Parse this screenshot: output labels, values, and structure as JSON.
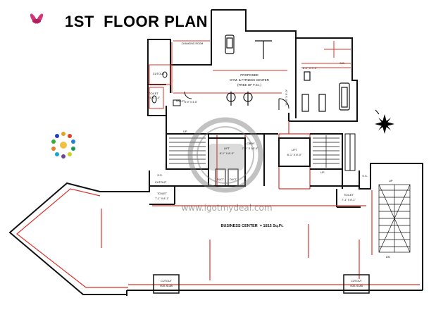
{
  "title": "1ST  FLOOR PLAN",
  "watermark": "www.igotmydeal.com",
  "rooms": {
    "gym": [
      "PROPOSED",
      "GYM. & FITNESS CENTER",
      "(FREE OF F.S.I.)"
    ],
    "changing_room": "CHANGING ROOM",
    "cutout_top": "CUTOUT",
    "toilet_top": [
      "TOILET",
      "5'-6\" X 7'-0\""
    ],
    "toilet_small": "TOILET",
    "dim_mid": "5'-9\" X 3'-6\"",
    "dim_right": "8'-2\" X 9'-0\"",
    "ss_right": "S.S.",
    "lobby": [
      "LOBBY",
      "7'-0\" X 16'-0\""
    ],
    "lift_left": [
      "LIFT",
      "8'-1\" X 8'-0\""
    ],
    "lift_right": [
      "LIFT",
      "8'-1\" X 8'-0\""
    ],
    "duct_left": "DUCT",
    "duct_right": "DUCT",
    "ss_left": "S.S.",
    "cutout_left": "CUTOUT",
    "toilet_left": [
      "TOILET",
      "7'-1\" X 8'-1\""
    ],
    "toilet_right": [
      "TOILET",
      "7'-1\" X 8'-1\""
    ],
    "ss_far_right": "S.S.",
    "business_center": "BUSINESS CENTER  = 1815 Sq.Ft.",
    "cutout_bottom_left": [
      "CUTOUT",
      "SOIL SLAB"
    ],
    "cutout_bottom_right": [
      "CUTOUT",
      "SOIL SLAB"
    ],
    "up_labels": [
      "UP",
      "UP",
      "UP",
      "DN"
    ],
    "vertical_dim": "14'-4\" X 5'-0\""
  },
  "colors": {
    "wall": "#111111",
    "red_line": "#d9342b",
    "logo_pink": "#d2377a",
    "compass": "#000000"
  },
  "icons": [
    "flower-logo-icon",
    "dot-circle-logo-icon",
    "north-compass-icon"
  ]
}
